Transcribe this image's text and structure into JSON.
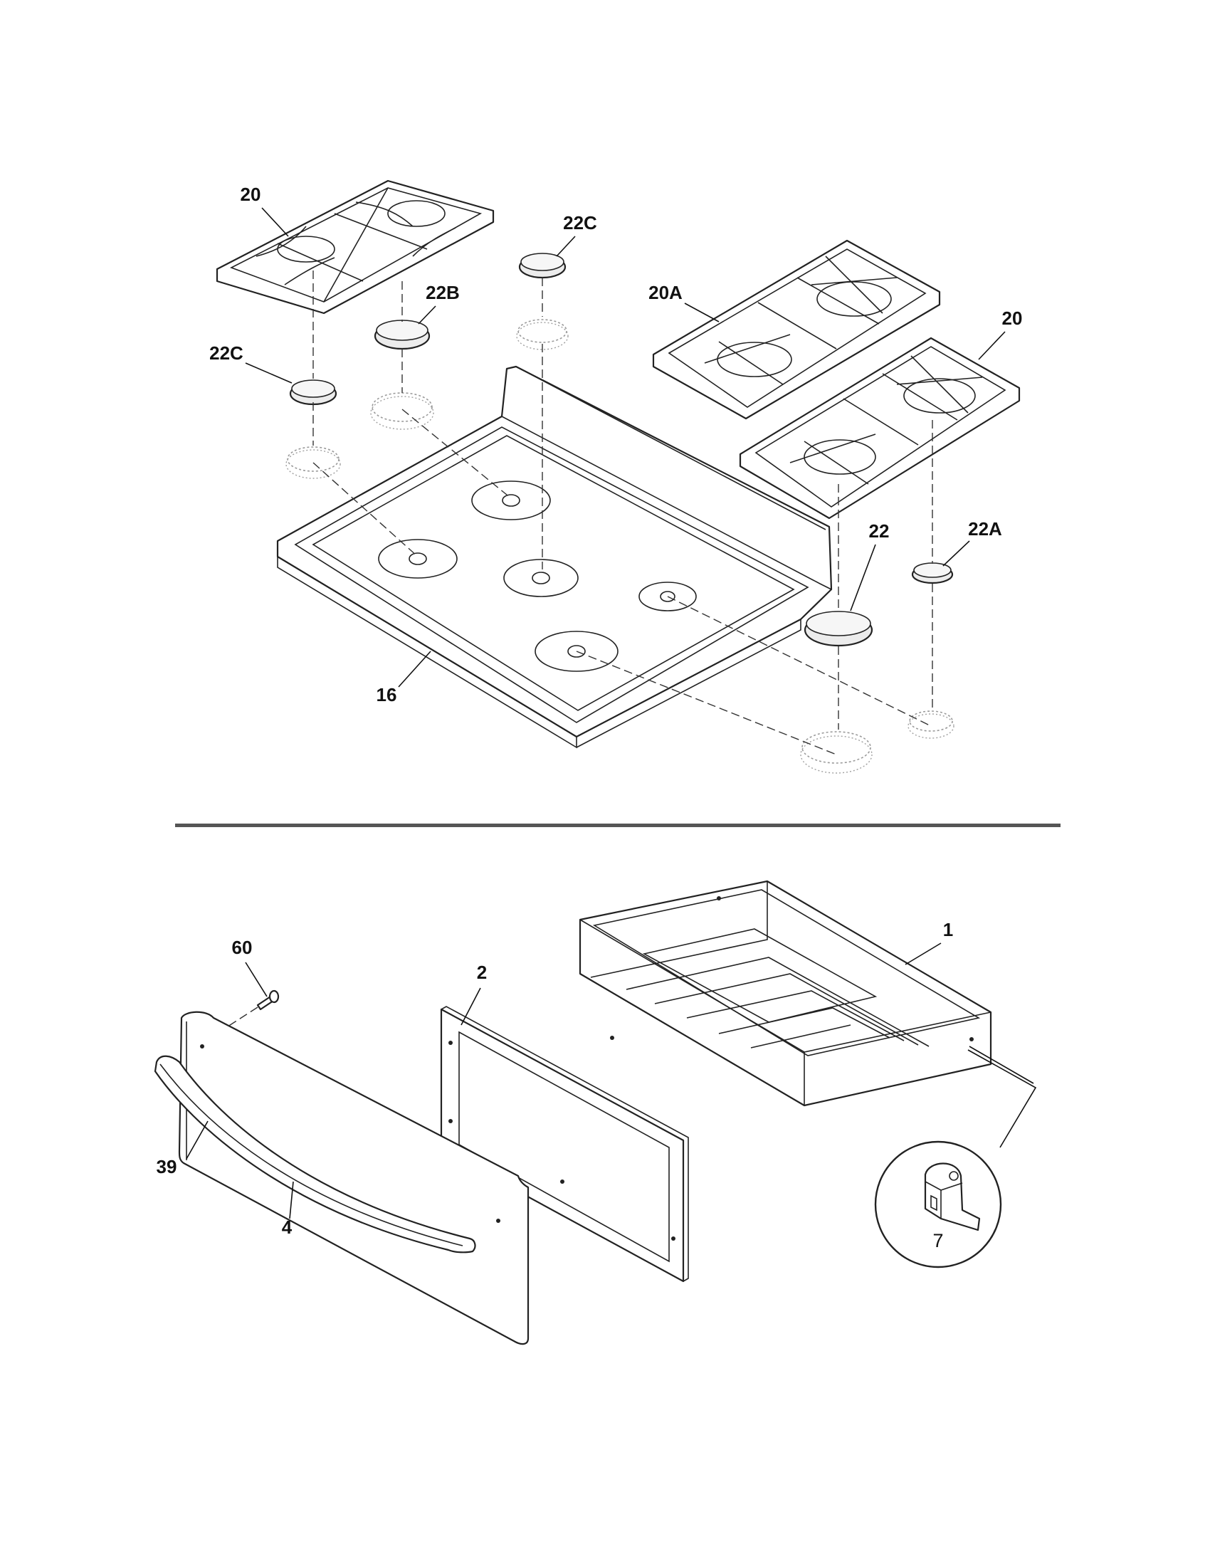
{
  "callouts": {
    "grate_left": "20",
    "cap_top_center": "22C",
    "cap_left_mid": "22B",
    "grate_right_rear": "20A",
    "grate_right_front": "20",
    "cap_left": "22C",
    "cap_right_large": "22",
    "cap_right_small": "22A",
    "cooktop": "16",
    "screw": "60",
    "drawer_liner": "2",
    "drawer_body": "1",
    "handle": "39",
    "drawer_front": "4",
    "detail_clip": "7"
  }
}
